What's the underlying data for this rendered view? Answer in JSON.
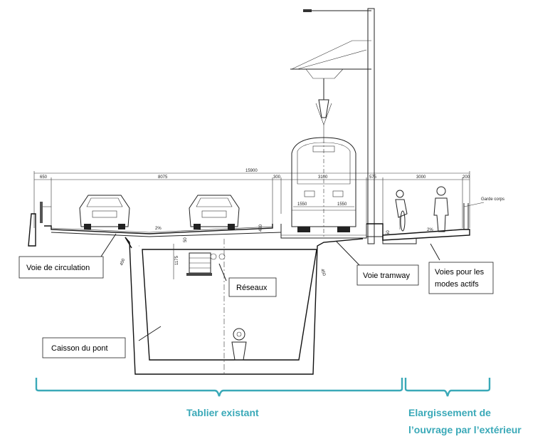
{
  "dimensions": {
    "total": "15900",
    "d650": "650",
    "d8075": "8075",
    "d300": "300",
    "d3100": "3100",
    "d575": "575",
    "d3000": "3000",
    "d200": "200",
    "d1550a": "1550",
    "d1550b": "1550",
    "d1175": "1175",
    "d450a": "450",
    "d450b": "450",
    "d50a": "50",
    "d50b": "50",
    "d430": "430"
  },
  "slopes": {
    "road": "2%",
    "path": "2%"
  },
  "labels": {
    "garde_corps": "Garde corps"
  },
  "callouts": {
    "voie_circulation": "Voie de circulation",
    "reseaux": "Réseaux",
    "caisson": "Caisson du pont",
    "voie_tramway": "Voie tramway",
    "modes_actifs_1": "Voies pour les",
    "modes_actifs_2": "modes actifs"
  },
  "sections": {
    "existing": "Tablier existant",
    "extension_1": "Elargissement de",
    "extension_2": "l’ouvrage par l’extérieur"
  },
  "colors": {
    "section_label": "#3aa9b8",
    "line": "#222222"
  }
}
